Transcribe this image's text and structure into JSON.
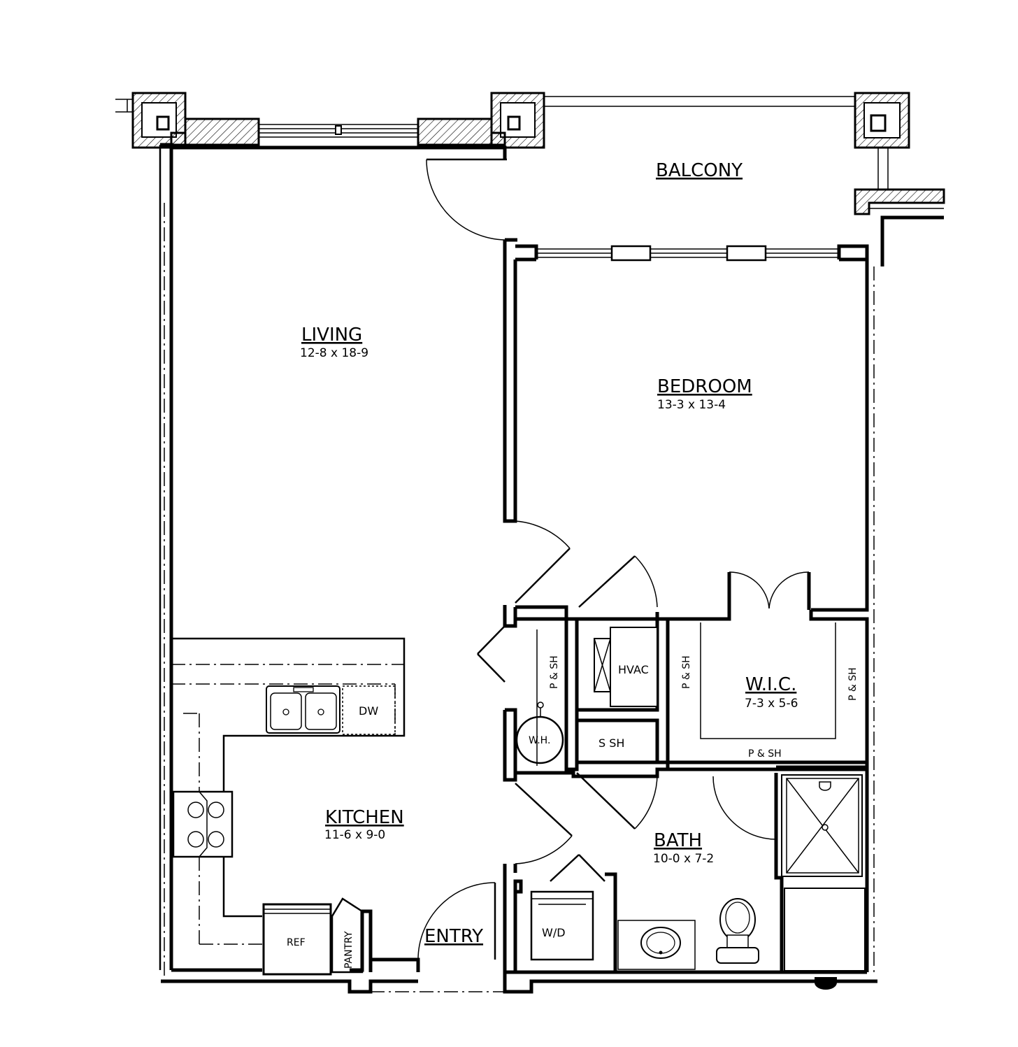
{
  "rooms": {
    "balcony": {
      "name": "BALCONY"
    },
    "living": {
      "name": "LIVING",
      "dims": "12-8 x 18-9"
    },
    "bedroom": {
      "name": "BEDROOM",
      "dims": "13-3 x 13-4"
    },
    "wic": {
      "name": "W.I.C.",
      "dims": "7-3 x 5-6"
    },
    "kitchen": {
      "name": "KITCHEN",
      "dims": "11-6 x 9-0"
    },
    "bath": {
      "name": "BATH",
      "dims": "10-0 x 7-2"
    },
    "entry": {
      "name": "ENTRY"
    }
  },
  "labels": {
    "hvac": "HVAC",
    "dw": "DW",
    "wh": "W.H.",
    "ref": "REF",
    "pantry": "PANTRY",
    "wd": "W/D",
    "ssh": "S SH",
    "psh": "P & SH"
  },
  "colors": {
    "ink": "#000000",
    "paper": "#ffffff"
  }
}
